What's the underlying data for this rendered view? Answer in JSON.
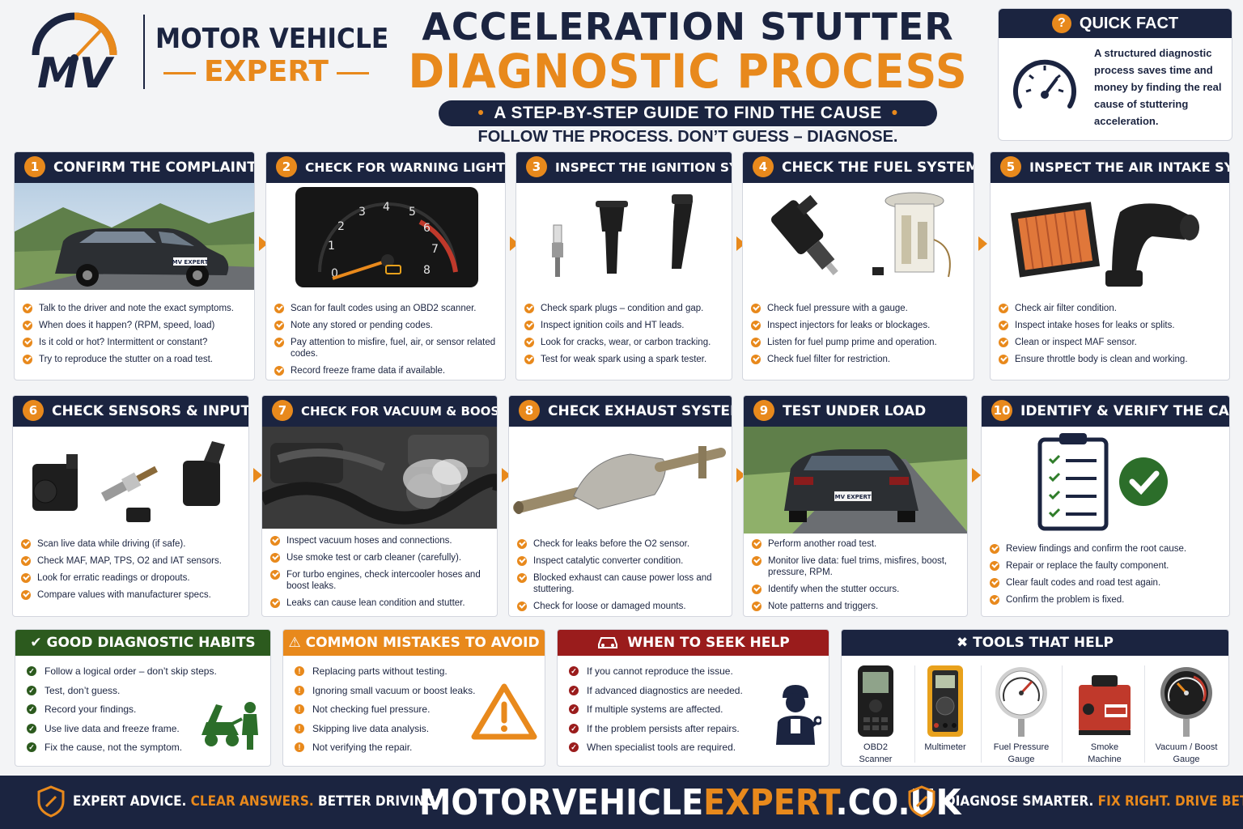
{
  "logo": {
    "mark": "MV",
    "line1": "MOTOR VEHICLE",
    "line2": "EXPERT"
  },
  "header": {
    "title_line1": "ACCELERATION STUTTER",
    "title_line2": "DIAGNOSTIC PROCESS",
    "subtitle": "A STEP-BY-STEP GUIDE TO FIND THE CAUSE",
    "tagline": "FOLLOW THE PROCESS. DON’T GUESS – DIAGNOSE."
  },
  "quick_fact": {
    "title": "QUICK FACT",
    "icon": "question-icon",
    "text": "A structured diagnostic process saves time and money by finding the real cause of stuttering acceleration."
  },
  "steps": [
    {
      "number": "1",
      "title": "CONFIRM THE COMPLAINT",
      "plate": "MV EXPERT",
      "items": [
        "Talk to the driver and note the exact symptoms.",
        "When does it happen? (RPM, speed, load)",
        "Is it cold or hot? Intermittent or constant?",
        "Try to reproduce the stutter on a road test."
      ]
    },
    {
      "number": "2",
      "title": "CHECK FOR WARNING LIGHTS & CODES",
      "gauge_ticks": [
        "0",
        "1",
        "2",
        "3",
        "4",
        "5",
        "6",
        "7",
        "8"
      ],
      "items": [
        "Scan for fault codes using an OBD2 scanner.",
        "Note any stored or pending codes.",
        "Pay attention to misfire, fuel, air, or sensor related codes.",
        "Record freeze frame data if available."
      ]
    },
    {
      "number": "3",
      "title": "INSPECT THE IGNITION SYSTEM",
      "items": [
        "Check spark plugs – condition and gap.",
        "Inspect ignition coils and HT leads.",
        "Look for cracks, wear, or carbon tracking.",
        "Test for weak spark using a spark tester."
      ]
    },
    {
      "number": "4",
      "title": "CHECK THE FUEL SYSTEM",
      "items": [
        "Check fuel pressure with a gauge.",
        "Inspect injectors for leaks or blockages.",
        "Listen for fuel pump prime and operation.",
        "Check fuel filter for restriction."
      ]
    },
    {
      "number": "5",
      "title": "INSPECT THE AIR INTAKE SYSTEM",
      "items": [
        "Check air filter condition.",
        "Inspect intake hoses for leaks or splits.",
        "Clean or inspect MAF sensor.",
        "Ensure throttle body is clean and working."
      ]
    },
    {
      "number": "6",
      "title": "CHECK SENSORS & INPUTS",
      "items": [
        "Scan live data while driving (if safe).",
        "Check MAF, MAP, TPS, O2 and IAT sensors.",
        "Look for erratic readings or dropouts.",
        "Compare values with manufacturer specs."
      ]
    },
    {
      "number": "7",
      "title": "CHECK FOR VACUUM & BOOST LEAKS",
      "items": [
        "Inspect vacuum hoses and connections.",
        "Use smoke test or carb cleaner (carefully).",
        "For turbo engines, check intercooler hoses and boost leaks.",
        "Leaks can cause lean condition and stutter."
      ]
    },
    {
      "number": "8",
      "title": "CHECK EXHAUST SYSTEM",
      "items": [
        "Check for leaks before the O2 sensor.",
        "Inspect catalytic converter condition.",
        "Blocked exhaust can cause power loss and stuttering.",
        "Check for loose or damaged mounts."
      ]
    },
    {
      "number": "9",
      "title": "TEST UNDER LOAD",
      "plate": "MV EXPERT",
      "items": [
        "Perform another road test.",
        "Monitor live data: fuel trims, misfires, boost, pressure, RPM.",
        "Identify when the stutter occurs.",
        "Note patterns and triggers."
      ]
    },
    {
      "number": "10",
      "title": "IDENTIFY & VERIFY THE CAUSE",
      "items": [
        "Review findings and confirm the root cause.",
        "Repair or replace the faulty component.",
        "Clear fault codes and road test again.",
        "Confirm the problem is fixed."
      ]
    }
  ],
  "good_habits": {
    "title": "GOOD DIAGNOSTIC HABITS",
    "icon": "check-circle-icon",
    "items": [
      "Follow a logical order – don’t skip steps.",
      "Test, don’t guess.",
      "Record your findings.",
      "Use live data and freeze frame.",
      "Fix the cause, not the symptom."
    ]
  },
  "mistakes": {
    "title": "COMMON MISTAKES TO AVOID",
    "icon": "warning-icon",
    "items": [
      "Replacing parts without testing.",
      "Ignoring small vacuum or boost leaks.",
      "Not checking fuel pressure.",
      "Skipping live data analysis.",
      "Not verifying the repair."
    ]
  },
  "seek_help": {
    "title": "WHEN TO SEEK HELP",
    "icon": "car-icon",
    "items": [
      "If you cannot reproduce the issue.",
      "If advanced diagnostics are needed.",
      "If multiple systems are affected.",
      "If the problem persists after repairs.",
      "When specialist tools are required."
    ]
  },
  "tools": {
    "title": "TOOLS THAT HELP",
    "icon": "tools-icon",
    "items": [
      {
        "line1": "OBD2",
        "line2": "Scanner"
      },
      {
        "line1": "Multimeter",
        "line2": ""
      },
      {
        "line1": "Fuel Pressure",
        "line2": "Gauge"
      },
      {
        "line1": "Smoke",
        "line2": "Machine"
      },
      {
        "line1": "Vacuum / Boost",
        "line2": "Gauge"
      }
    ]
  },
  "footer": {
    "left_a": "EXPERT ADVICE.",
    "left_b": "CLEAR ANSWERS.",
    "left_c": "BETTER DRIVING.",
    "site_a": "MOTORVEHICLE",
    "site_b": "EXPERT",
    "site_c": ".CO.UK",
    "right_a": "DIAGNOSE SMARTER.",
    "right_b": "FIX RIGHT. DRIVE BETTER."
  },
  "colors": {
    "navy": "#1b2440",
    "orange": "#e8891c",
    "green": "#2c5a1e",
    "red": "#9a1c1c"
  }
}
